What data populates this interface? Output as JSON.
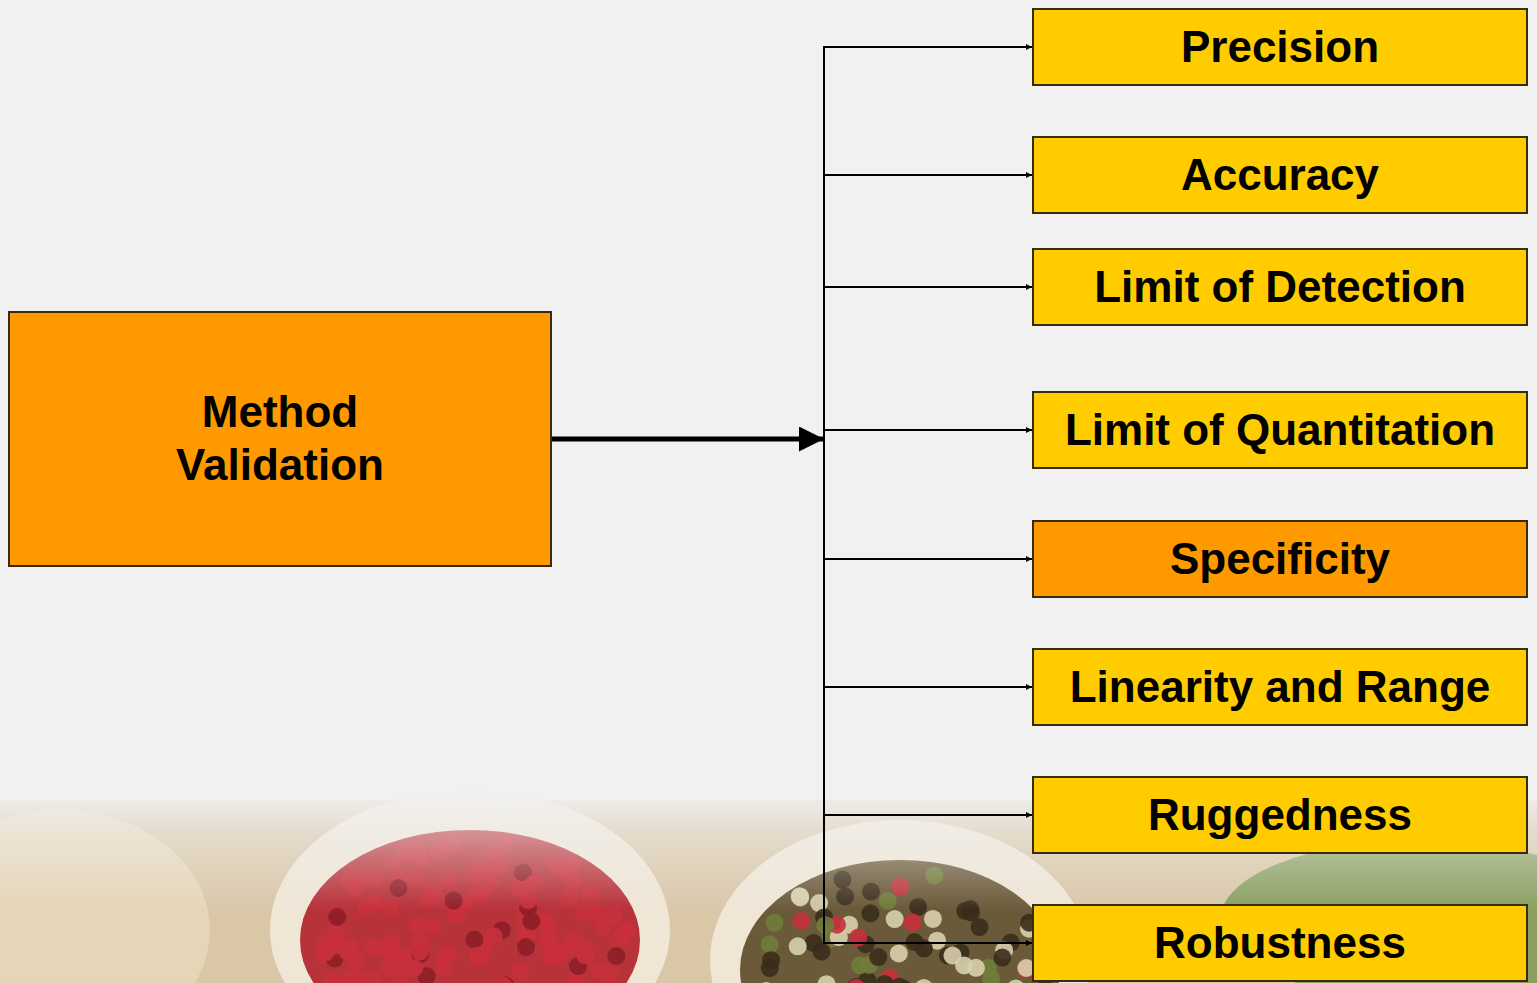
{
  "diagram": {
    "nodes": [
      {
        "text": [
          "Method Validation"
        ]
      },
      {
        "text": [
          "Precision"
        ]
      },
      {
        "text": [
          "Accuracy"
        ]
      },
      {
        "text": [
          "Limit of Detection"
        ]
      },
      {
        "text": [
          "Limit of Quantitation"
        ]
      },
      {
        "text": [
          "Specificity"
        ]
      },
      {
        "text": [
          "Linearity and Range"
        ]
      },
      {
        "text": [
          "Ruggedness"
        ]
      },
      {
        "text": [
          "Robustness"
        ]
      }
    ],
    "edges": [
      {
        "from": 0,
        "to": 1,
        "arrow": "to"
      },
      {
        "from": 0,
        "to": 2,
        "arrow": "to"
      },
      {
        "from": 0,
        "to": 3,
        "arrow": "to"
      },
      {
        "from": 0,
        "to": 4,
        "arrow": "to"
      },
      {
        "from": 0,
        "to": 5,
        "arrow": "to"
      },
      {
        "from": 0,
        "to": 6,
        "arrow": "to"
      },
      {
        "from": 0,
        "to": 7,
        "arrow": "to"
      },
      {
        "from": 0,
        "to": 8,
        "arrow": "to"
      }
    ]
  }
}
